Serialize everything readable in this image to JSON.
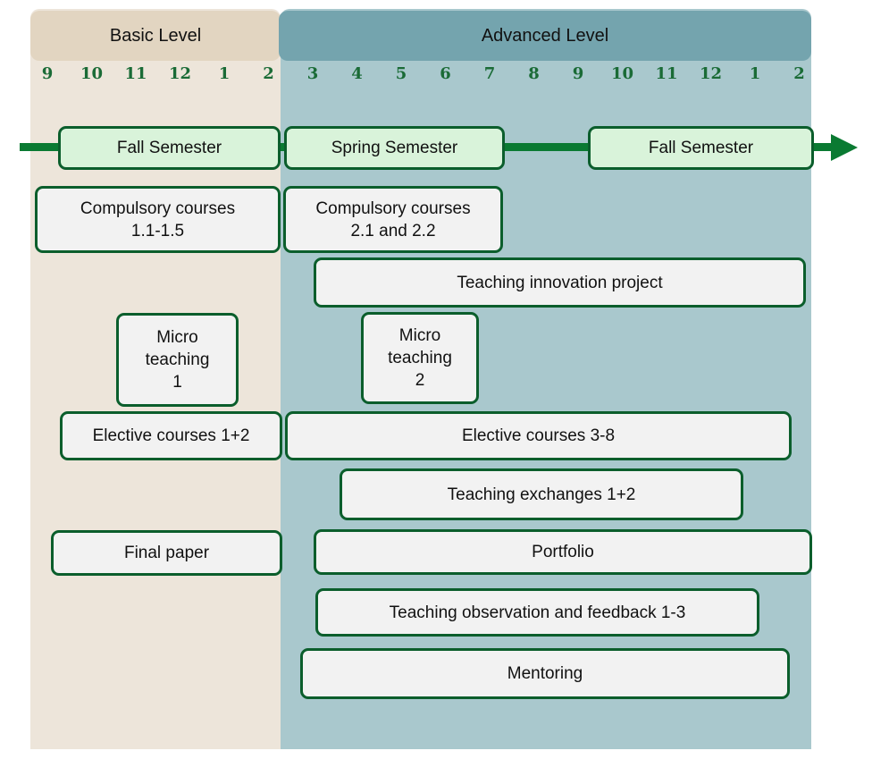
{
  "levels": {
    "basic": "Basic Level",
    "advanced": "Advanced Level"
  },
  "months": [
    "9",
    "10",
    "11",
    "12",
    "1",
    "2",
    "3",
    "4",
    "5",
    "6",
    "7",
    "8",
    "9",
    "10",
    "11",
    "12",
    "1",
    "2"
  ],
  "semesters": {
    "fall_1": "Fall Semester",
    "spring": "Spring Semester",
    "fall_2": "Fall Semester"
  },
  "activities": {
    "compulsory_1": [
      "Compulsory courses",
      "1.1-1.5"
    ],
    "compulsory_2": [
      "Compulsory courses",
      "2.1 and 2.2"
    ],
    "innovation_project": "Teaching innovation project",
    "micro_teaching_1": [
      "Micro",
      "teaching",
      "1"
    ],
    "micro_teaching_2": [
      "Micro",
      "teaching",
      "2"
    ],
    "elective_1": "Elective courses 1+2",
    "elective_2": "Elective courses 3-8",
    "exchanges": "Teaching exchanges 1+2",
    "final_paper": "Final paper",
    "portfolio": "Portfolio",
    "observation": "Teaching observation and feedback 1-3",
    "mentoring": "Mentoring"
  },
  "colors": {
    "basic_panel": "#ede5da",
    "basic_header": "#e2d5c1",
    "advanced_panel": "#a9c8cd",
    "advanced_header": "#74a4ae",
    "timeline_green": "#0a7a32",
    "box_border": "#0b5e2c",
    "semester_fill": "#d9f3da",
    "box_fill": "#f2f2f2",
    "month_text": "#1a6b36"
  }
}
